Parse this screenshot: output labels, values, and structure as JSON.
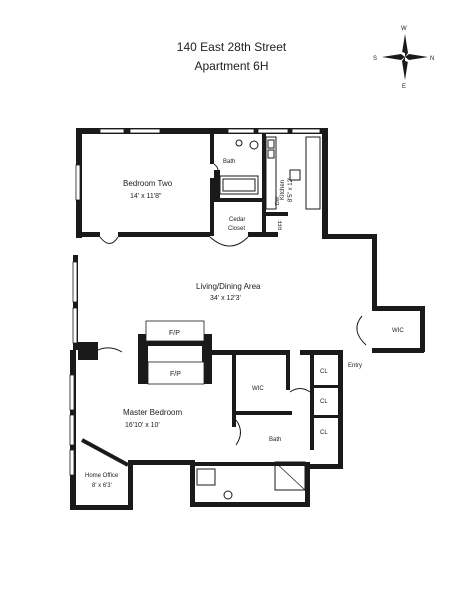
{
  "header": {
    "address": "140 East 28th Street",
    "unit": "Apartment 6H"
  },
  "compass": {
    "north": "N",
    "south": "S",
    "east": "E",
    "west": "W"
  },
  "rooms": {
    "bedroom_two": {
      "name": "Bedroom Two",
      "dims": "14' x 11'8\""
    },
    "bath_upper": {
      "name": "Bath"
    },
    "kitchen": {
      "name": "Kitchen",
      "dims": "8'5\" x 12'"
    },
    "cedar_closet": {
      "name_line1": "Cedar",
      "name_line2": "Closet"
    },
    "living_dining": {
      "name": "Living/Dining Area",
      "dims": "34' x 12'3'"
    },
    "fp_upper": {
      "name": "F/P"
    },
    "fp_lower": {
      "name": "F/P"
    },
    "wic_right": {
      "name": "WIC"
    },
    "entry": {
      "name": "Entry"
    },
    "wic_center": {
      "name": "WIC"
    },
    "cl_1": {
      "name": "CL"
    },
    "cl_2": {
      "name": "CL"
    },
    "cl_3": {
      "name": "CL"
    },
    "master_bedroom": {
      "name": "Master Bedroom",
      "dims": "16'10' x 10'"
    },
    "bath_lower": {
      "name": "Bath"
    },
    "home_office": {
      "name": "Home Office",
      "dims": "8' x 6'3'"
    }
  },
  "fixtures": {
    "dishwasher": "DW",
    "refrigerator": "RFF"
  }
}
